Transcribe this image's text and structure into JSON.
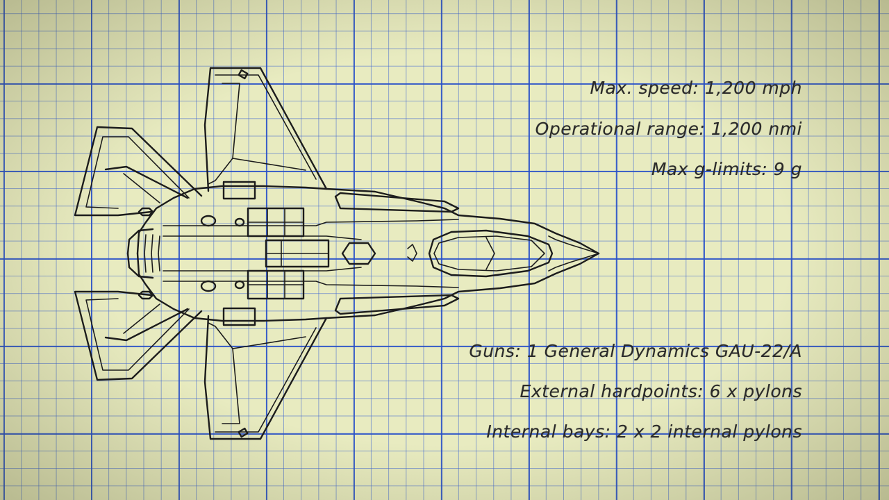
{
  "specs_top": [
    "Max. speed: 1,200 mph",
    "Operational range: 1,200 nmi",
    "Max g-limits: 9 g"
  ],
  "specs_bottom": [
    "Guns: 1 General Dynamics GAU-22/A",
    "External hardpoints: 6 x pylons",
    "Internal bays: 2 x 2 internal pylons"
  ],
  "colors": {
    "paper": "#e8ebc0",
    "grid": "#2850c8",
    "ink": "#1c1c1c"
  },
  "drawing": {
    "subject": "fighter-jet-blueprint-icon"
  }
}
